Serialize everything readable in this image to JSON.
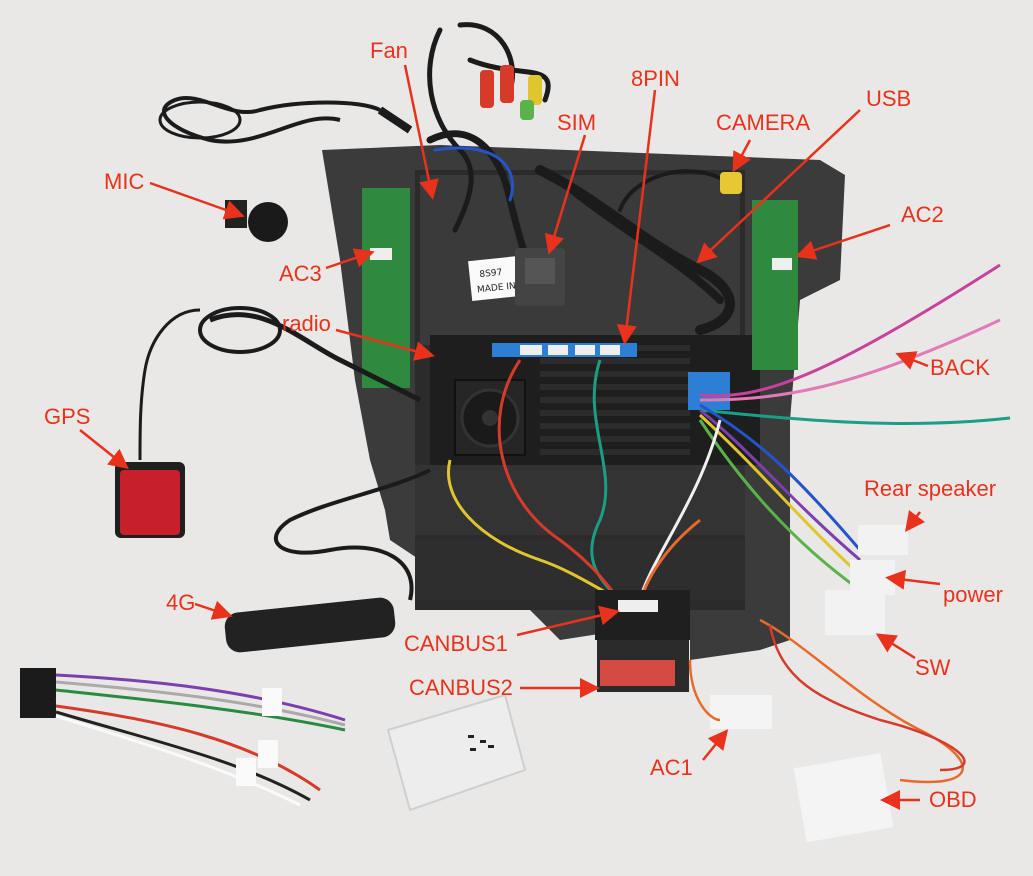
{
  "photo": {
    "description_colors": {
      "background": "#e9e8e6",
      "label": "#e8321c",
      "frame": "#3a3a3a",
      "board": "#2f8a3e"
    },
    "sticker_text": {
      "model": "8S97",
      "origin": "MADE IN C"
    }
  },
  "labels": {
    "fan": "Fan",
    "pin8": "8PIN",
    "usb": "USB",
    "sim": "SIM",
    "camera": "CAMERA",
    "mic": "MIC",
    "ac2": "AC2",
    "ac3": "AC3",
    "radio": "radio",
    "back": "BACK",
    "gps": "GPS",
    "rear_speaker": "Rear speaker",
    "power": "power",
    "g4": "4G",
    "canbus1": "CANBUS1",
    "sw": "SW",
    "canbus2": "CANBUS2",
    "ac1": "AC1",
    "obd": "OBD"
  }
}
